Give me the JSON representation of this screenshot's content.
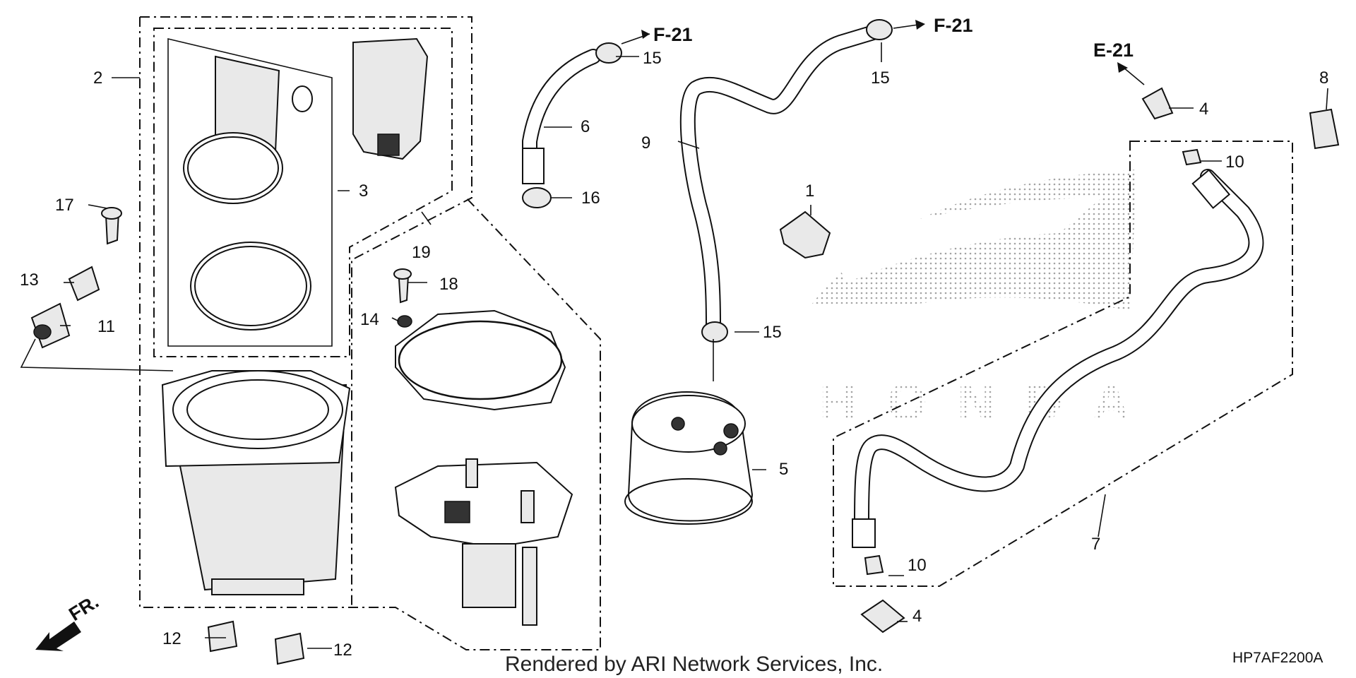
{
  "callouts": {
    "c1": "1",
    "c2": "2",
    "c3": "3",
    "c4a": "4",
    "c4b": "4",
    "c5": "5",
    "c6": "6",
    "c7": "7",
    "c8": "8",
    "c9": "9",
    "c10a": "10",
    "c10b": "10",
    "c11": "11",
    "c12a": "12",
    "c12b": "12",
    "c13": "13",
    "c14": "14",
    "c15a": "15",
    "c15b": "15",
    "c15c": "15",
    "c16": "16",
    "c17": "17",
    "c18": "18",
    "c19": "19"
  },
  "references": {
    "f21a": "F-21",
    "f21b": "F-21",
    "e21": "E-21"
  },
  "direction_label": "FR.",
  "footer": "Rendered by ARI Network Services, Inc.",
  "diagram_code": "HP7AF2200A",
  "watermark_text": "HONDA"
}
